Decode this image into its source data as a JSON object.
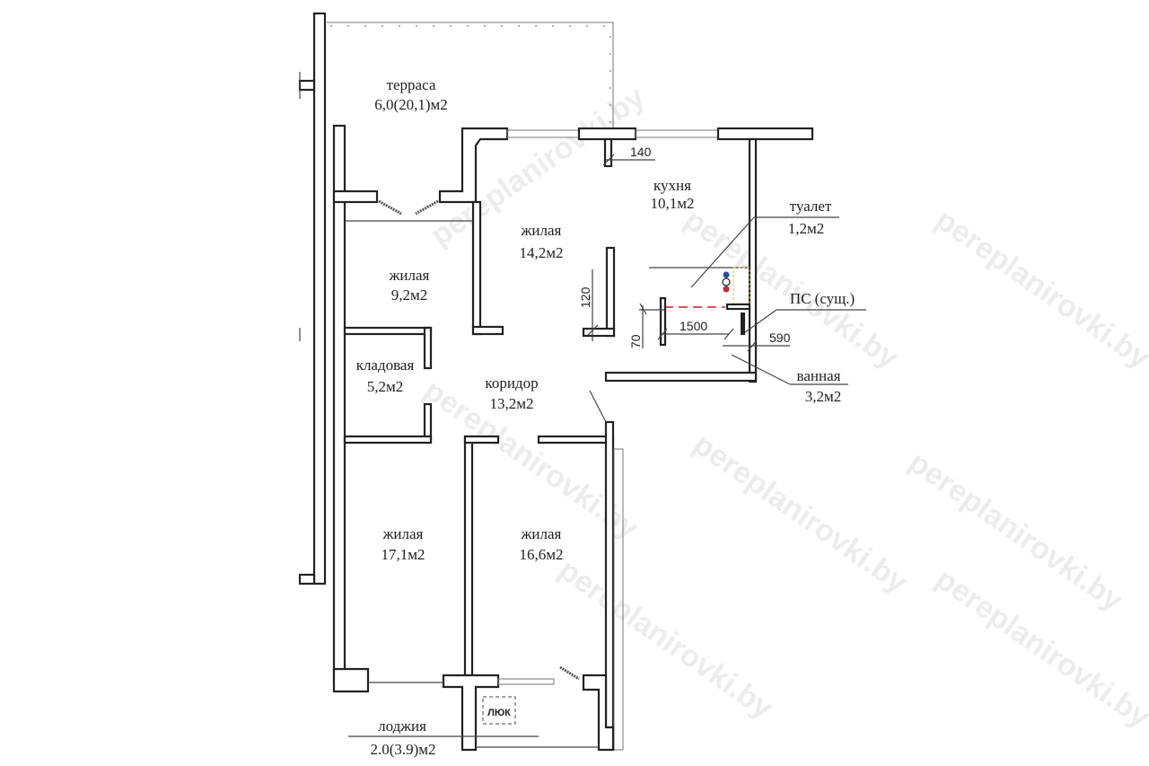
{
  "rooms": {
    "terrace": {
      "name": "терраса",
      "area": "6,0(20,1)м2"
    },
    "kitchen": {
      "name": "кухня",
      "area": "10,1м2"
    },
    "living_14": {
      "name": "жилая",
      "area": "14,2м2"
    },
    "living_9": {
      "name": "жилая",
      "area": "9,2м2"
    },
    "storage": {
      "name": "кладовая",
      "area": "5,2м2"
    },
    "corridor": {
      "name": "коридор",
      "area": "13,2м2"
    },
    "toilet": {
      "name": "туалет",
      "area": "1,2м2"
    },
    "bathroom": {
      "name": "ванная",
      "area": "3,2м2"
    },
    "living_17": {
      "name": "жилая",
      "area": "17,1м2"
    },
    "living_16": {
      "name": "жилая",
      "area": "16,6м2"
    },
    "loggia": {
      "name": "лоджия",
      "area": "2.0(3.9)м2"
    }
  },
  "annotations": {
    "shaft": "ПС (сущ.)",
    "hatch": "ЛЮК"
  },
  "dimensions": {
    "d140": "140",
    "d120": "120",
    "d70": "70",
    "d1500": "1500",
    "d590": "590"
  },
  "watermark": "pereplanirovki.by",
  "colors": {
    "wall": "#222222",
    "cold_water": "#1f4fa8",
    "hot_water": "#c0283a",
    "new_partition": "#e05060",
    "fixture": "#e0b84a"
  }
}
